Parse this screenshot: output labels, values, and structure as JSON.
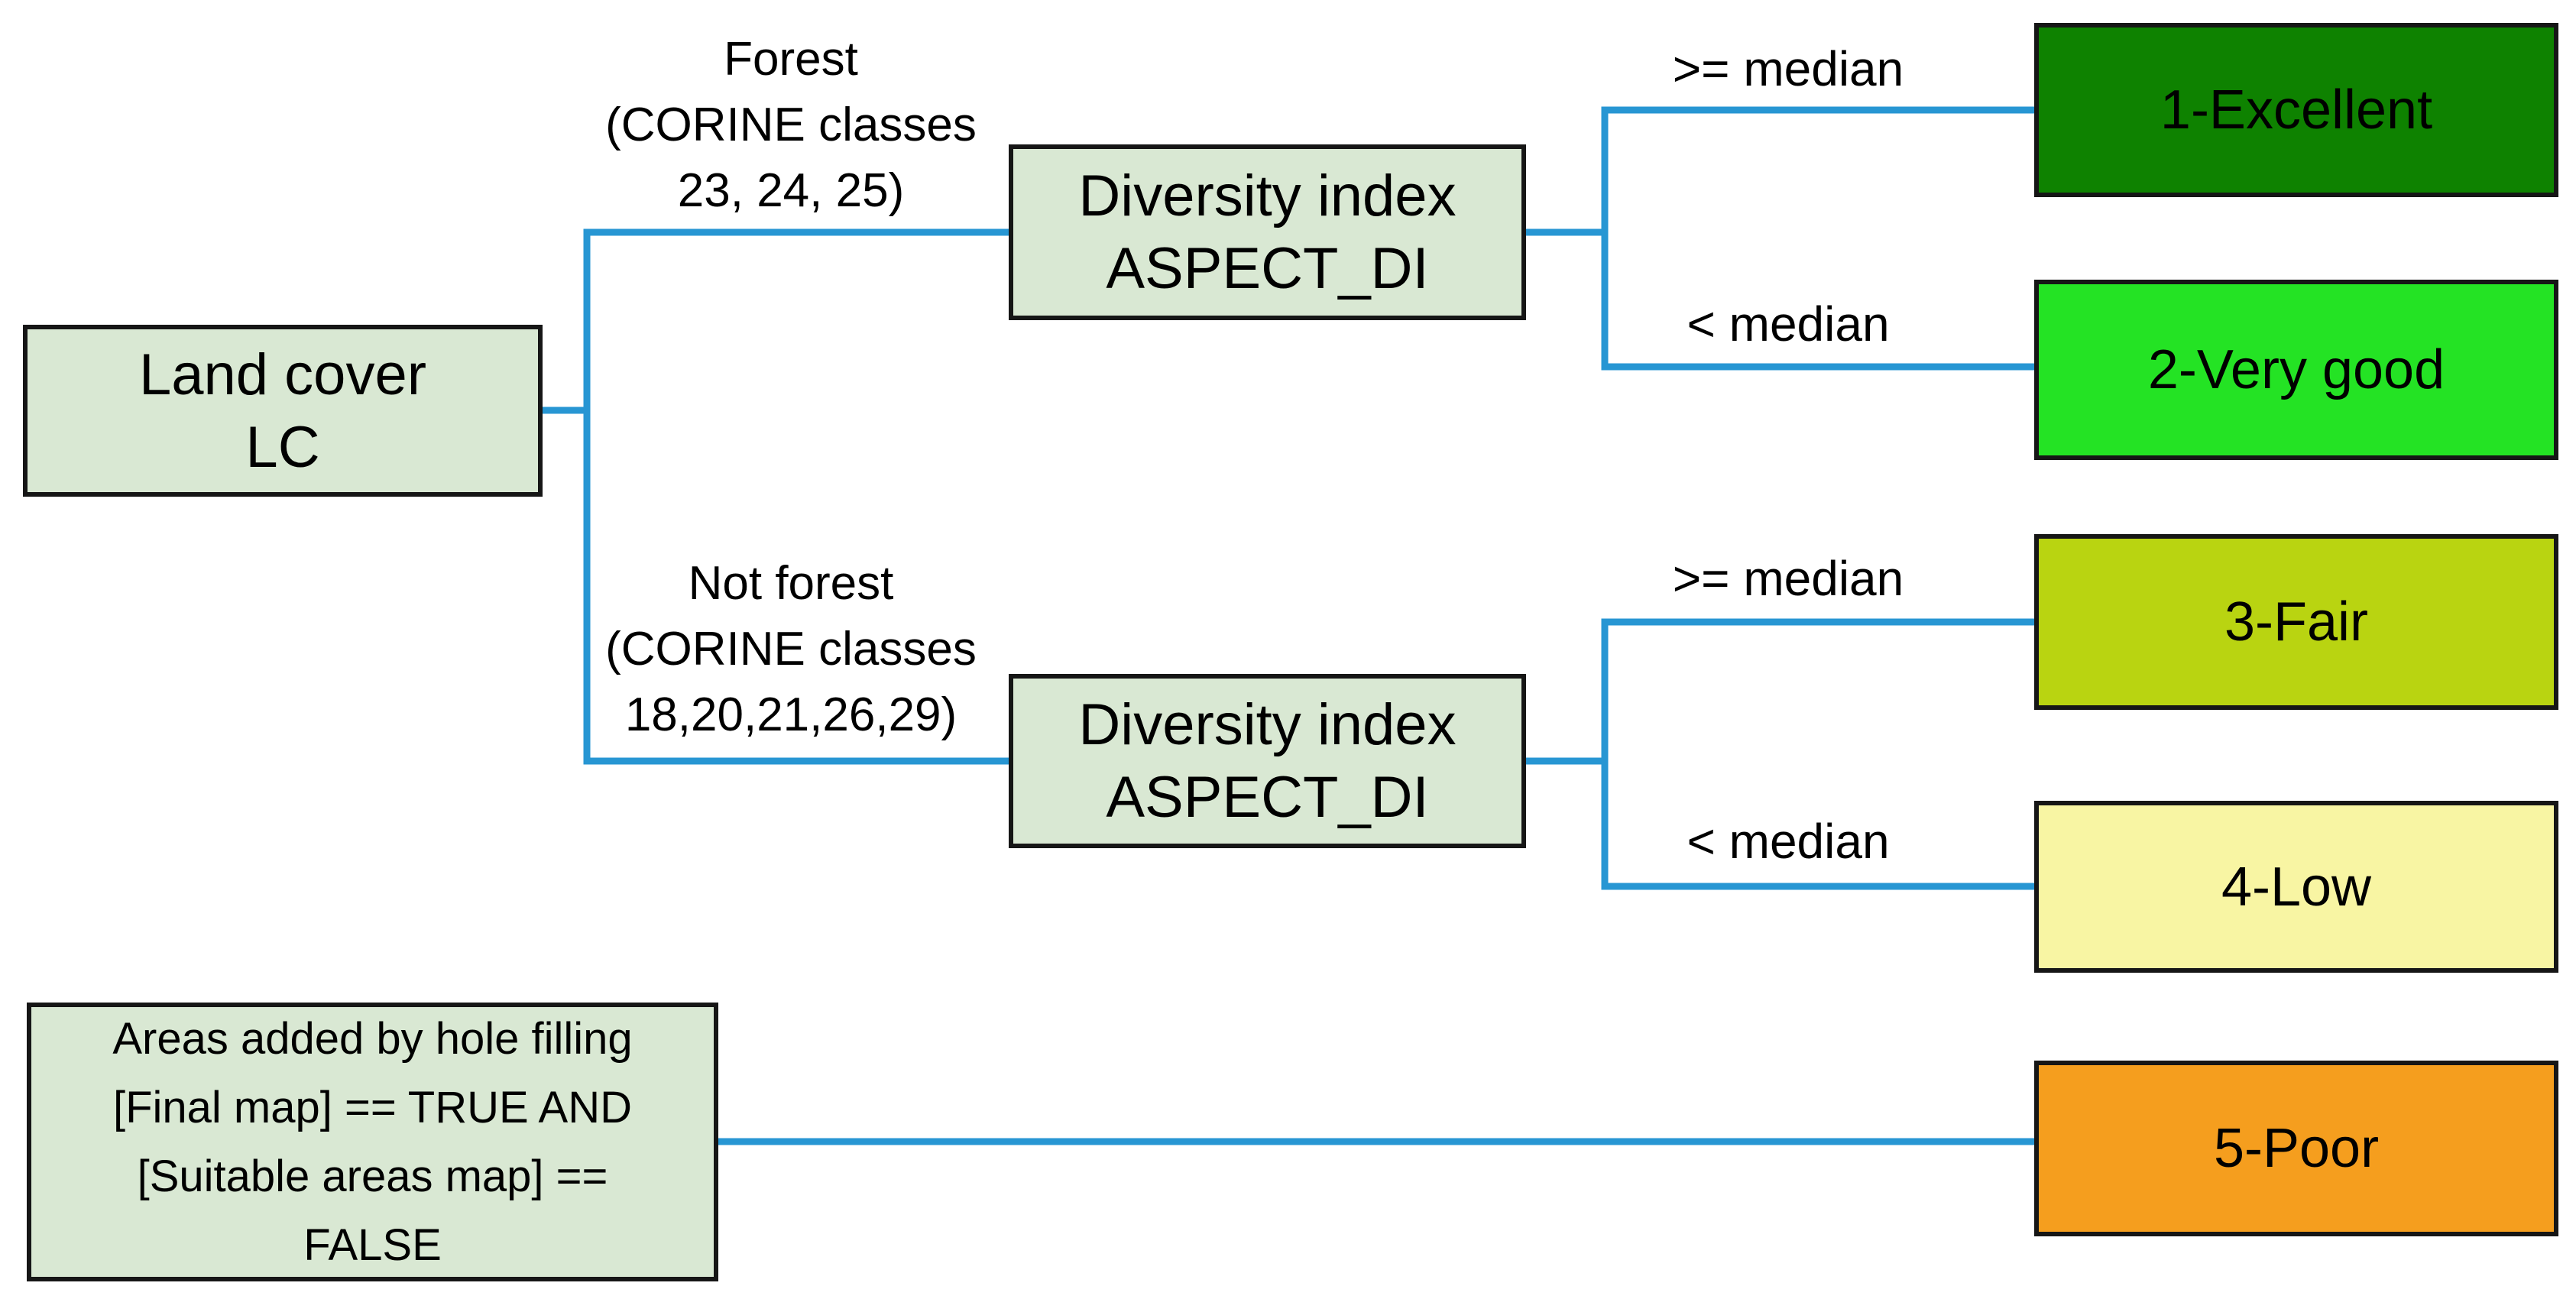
{
  "colors": {
    "connector": "#2796d3",
    "node_fill": "#d9e8d3",
    "outcome_text": "#000000"
  },
  "nodes": {
    "land_cover": {
      "lines": [
        "Land cover",
        "LC"
      ]
    },
    "diversity_forest": {
      "lines": [
        "Diversity index",
        "ASPECT_DI"
      ]
    },
    "diversity_not_forest": {
      "lines": [
        "Diversity index",
        "ASPECT_DI"
      ]
    },
    "hole_filling": {
      "lines": [
        "Areas added by hole filling",
        "[Final map] == TRUE AND",
        "[Suitable areas map] ==",
        "FALSE"
      ]
    }
  },
  "branch_labels": {
    "forest": {
      "lines": [
        "Forest",
        "(CORINE classes",
        "23, 24, 25)"
      ]
    },
    "not_forest": {
      "lines": [
        "Not forest",
        "(CORINE classes",
        "18,20,21,26,29)"
      ]
    },
    "top_ge": ">= median",
    "top_lt": "< median",
    "bottom_ge": ">= median",
    "bottom_lt": "< median"
  },
  "outcomes": [
    {
      "label": "1-Excellent",
      "fill": "#0e8200"
    },
    {
      "label": "2-Very good",
      "fill": "#24e324"
    },
    {
      "label": "3-Fair",
      "fill": "#b9d411"
    },
    {
      "label": "4-Low",
      "fill": "#f8f5a3"
    },
    {
      "label": "5-Poor",
      "fill": "#f59e1e"
    }
  ]
}
